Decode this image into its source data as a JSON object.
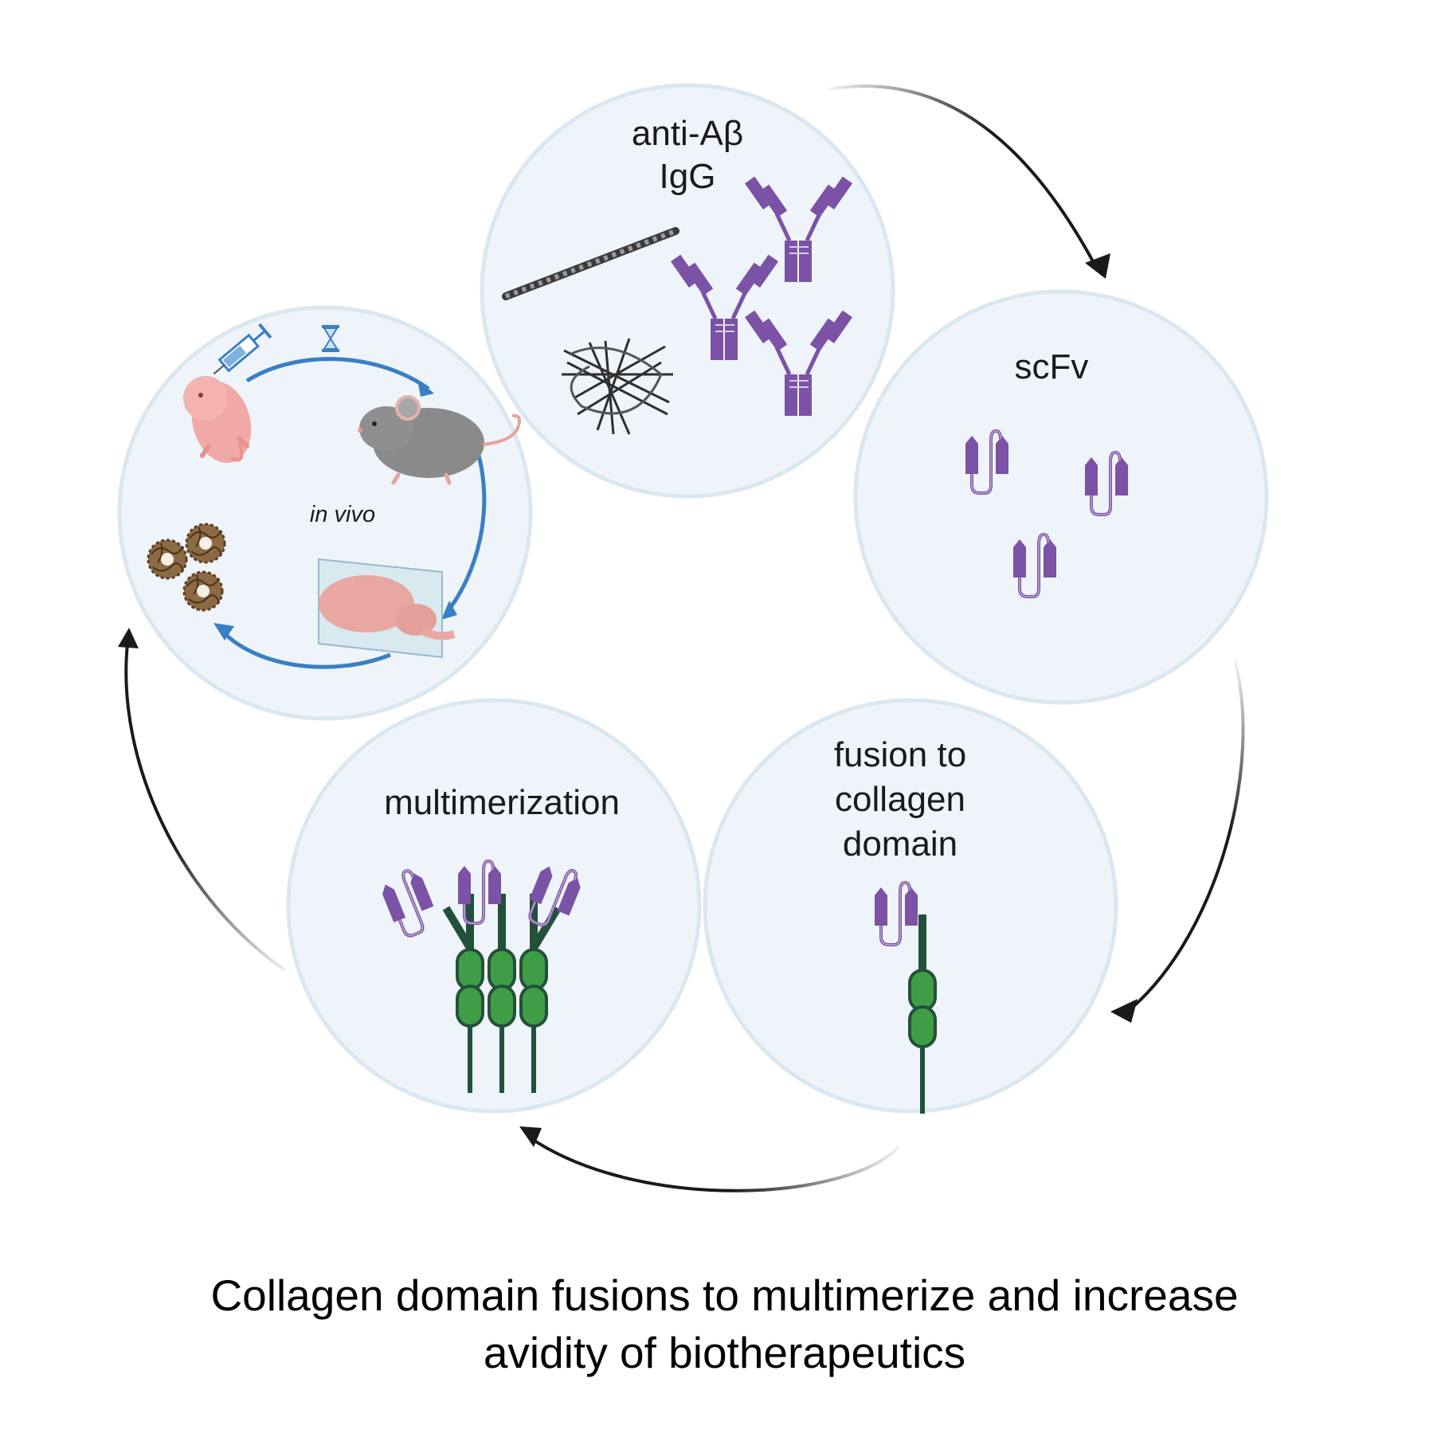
{
  "colors": {
    "panel_fill": "#eef4f9",
    "panel_stroke": "#dbe7f0",
    "scfv_purple": "#7b52a6",
    "collagen_green": "#3f9e45",
    "collagen_stem": "#23503a",
    "cycle_arrow": "#1a1a1a",
    "in_vivo_arrow": "#3a7fc4"
  },
  "panels": {
    "igg": {
      "title_line1": "anti-Aβ",
      "title_line2": "IgG",
      "icons": [
        "amyloid-fibril",
        "amyloid-plaque",
        "antibody-icon"
      ]
    },
    "scfv": {
      "title": "scFv",
      "icons": [
        "scfv-icon"
      ]
    },
    "fusion": {
      "title_line1": "fusion to",
      "title_line2": "collagen",
      "title_line3": "domain",
      "icons": [
        "scfv-collagen-fusion-icon"
      ]
    },
    "multimer": {
      "title": "multimerization",
      "icons": [
        "trimeric-scfv-collagen-icon"
      ]
    },
    "invivo": {
      "title": "in vivo",
      "icons": [
        "syringe-icon",
        "hourglass-icon",
        "neonatal-mouse-icon",
        "adult-mouse-icon",
        "brain-slice-icon",
        "amyloid-plaque-icon"
      ]
    }
  },
  "caption": {
    "line1": "Collagen domain fusions to multimerize and increase",
    "line2": "avidity of biotherapeutics"
  }
}
